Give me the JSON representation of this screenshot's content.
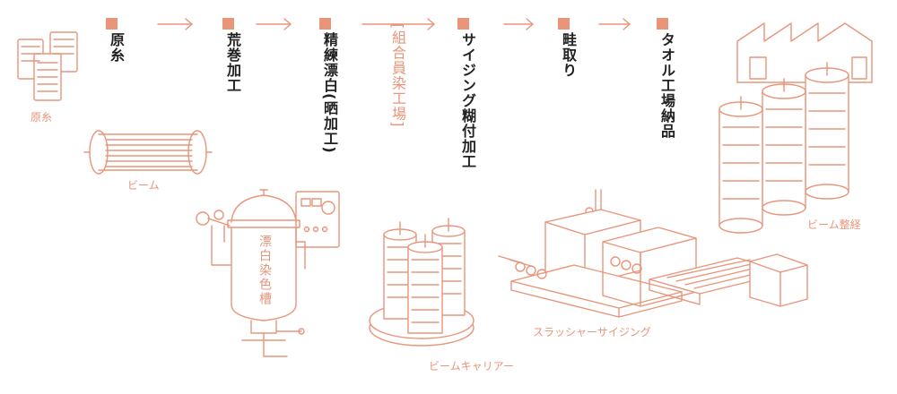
{
  "process_steps": [
    {
      "label": "原糸"
    },
    {
      "label": "荒巻加工"
    },
    {
      "label": "精練漂白(晒加工)"
    },
    {
      "label": "[組合員染工場]"
    },
    {
      "label": "サイジング糊付加工"
    },
    {
      "label": "畦取り"
    },
    {
      "label": "タオル工場納品"
    }
  ],
  "captions": {
    "raw_yarn": "原糸",
    "beam": "ビーム",
    "tank": "漂白染色槽",
    "beam_carrier": "ビームキャリアー",
    "slasher": "スラッシャーサイジング",
    "beam_warping": "ビーム整経"
  },
  "colors": {
    "accent": "#e8957a",
    "text": "#222222"
  }
}
